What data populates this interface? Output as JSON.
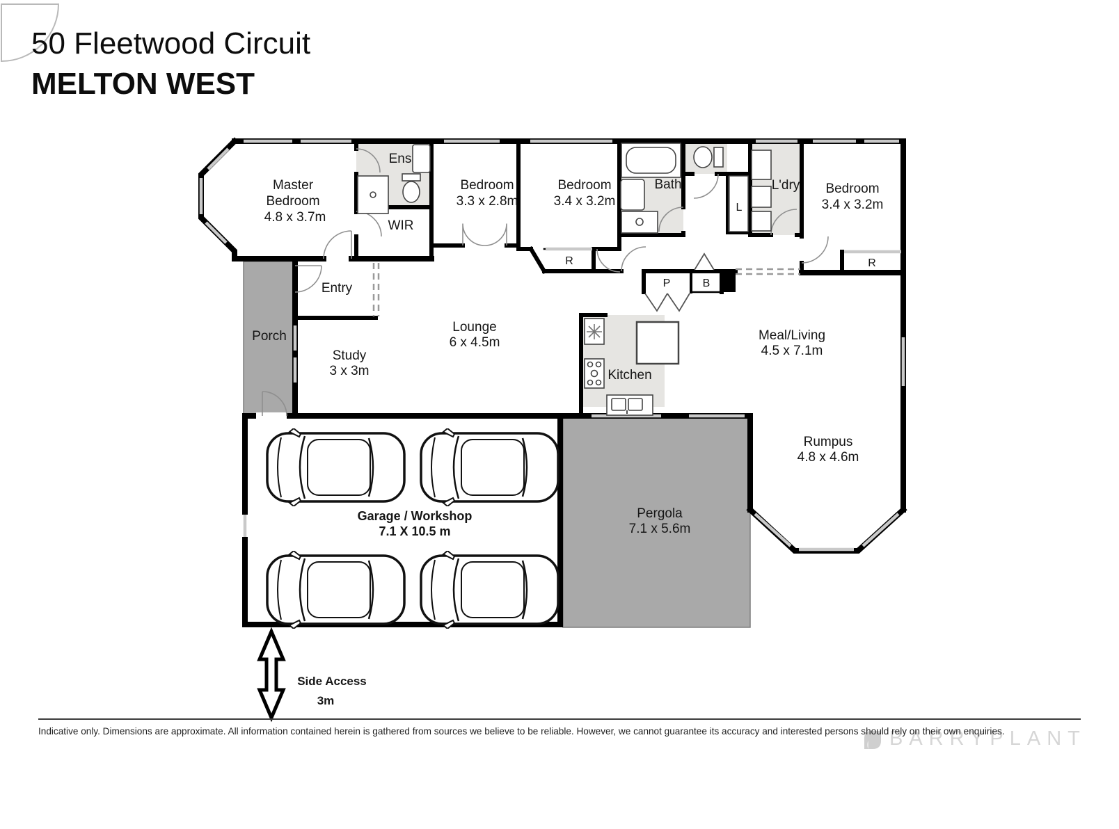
{
  "header": {
    "address": "50 Fleetwood Circuit",
    "suburb": "MELTON WEST"
  },
  "plan": {
    "rooms": {
      "master": {
        "lines": [
          "Master",
          "Bedroom",
          "4.8 x 3.7m"
        ]
      },
      "ens": {
        "label": "Ens"
      },
      "wir": {
        "label": "WIR"
      },
      "bedroom1": {
        "lines": [
          "Bedroom",
          "3.3 x 2.8m"
        ]
      },
      "bedroom2": {
        "lines": [
          "Bedroom",
          "3.4 x 3.2m"
        ]
      },
      "bath": {
        "label": "Bath"
      },
      "linen": {
        "label": "L"
      },
      "laundry": {
        "label": "L'dry"
      },
      "bedroom3": {
        "lines": [
          "Bedroom",
          "3.4 x 3.2m"
        ]
      },
      "robe_hall": {
        "label": "R"
      },
      "robe_bed3": {
        "label": "R"
      },
      "pantry": {
        "label": "P"
      },
      "broom": {
        "label": "B"
      },
      "porch": {
        "label": "Porch"
      },
      "entry": {
        "label": "Entry"
      },
      "study": {
        "lines": [
          "Study",
          "3 x 3m"
        ]
      },
      "lounge": {
        "lines": [
          "Lounge",
          "6 x 4.5m"
        ]
      },
      "kitchen": {
        "label": "Kitchen"
      },
      "meal_living": {
        "lines": [
          "Meal/Living",
          "4.5 x 7.1m"
        ]
      },
      "rumpus": {
        "lines": [
          "Rumpus",
          "4.8 x 4.6m"
        ]
      },
      "garage": {
        "lines": [
          "Garage / Workshop",
          "7.1 X 10.5 m"
        ]
      },
      "pergola": {
        "lines": [
          "Pergola",
          "7.1 x 5.6m"
        ]
      }
    },
    "side_access": {
      "label": "Side Access",
      "dim": "3m"
    },
    "car_count": 4
  },
  "footer": {
    "disclaimer": "Indicative only. Dimensions are approximate. All information contained herein is gathered from sources we believe to be reliable. However, we cannot guarantee its accuracy and interested persons should rely on their own enquiries.",
    "brand": "BARRYPLANT"
  },
  "colors": {
    "wall": "#000000",
    "wet_floor": "#e6e5e2",
    "outdoor": "#a9a9a9",
    "window": "#c9c9c9",
    "logo": "#d6d6d6"
  }
}
